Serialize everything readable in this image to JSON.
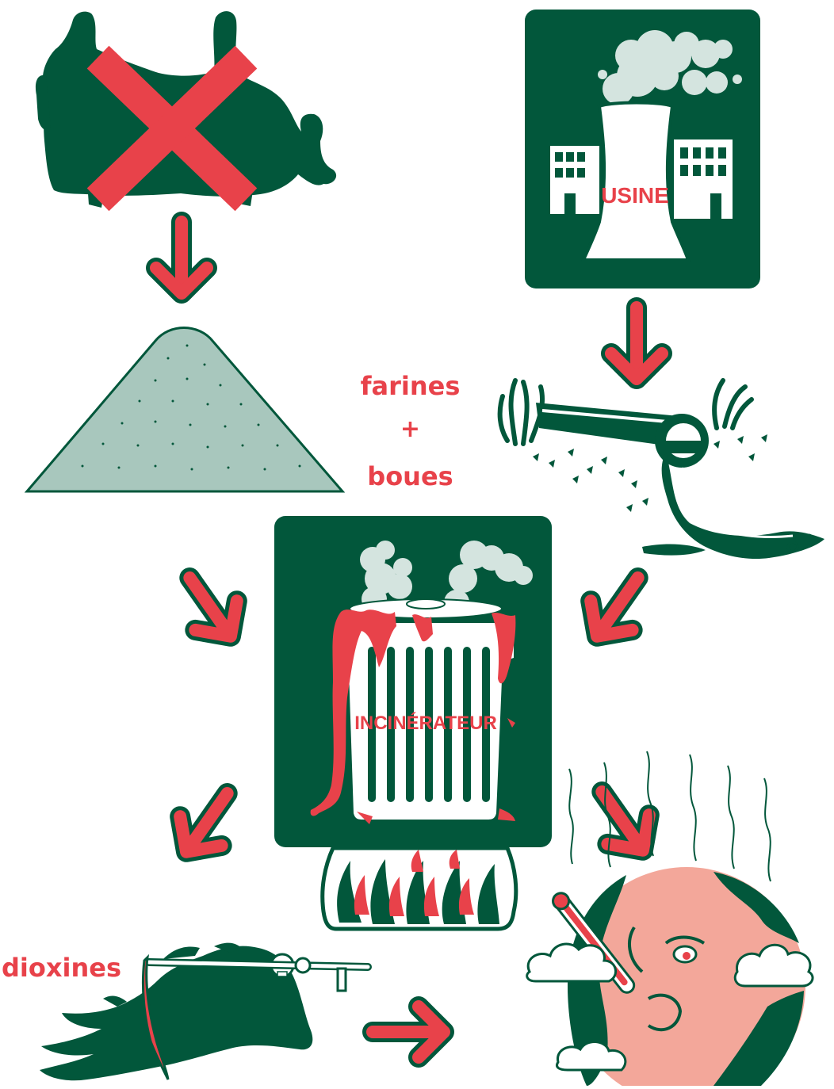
{
  "labels": {
    "farines": "farines",
    "plus": "+",
    "boues": "boues",
    "dioxines": "dioxines",
    "usine": "USINE",
    "incinerateur": "INCINÉRATEUR"
  },
  "colors": {
    "dark_green": "#02573b",
    "red": "#e8424a",
    "pale_green": "#a8c7bd",
    "smoke": "#d4e4df",
    "earth_skin": "#f3a79a"
  },
  "icons": [
    "crossed-cow-icon",
    "factory-icon",
    "flour-pile-icon",
    "sludge-pipe-icon",
    "incinerator-bin-icon",
    "fire-icon",
    "grim-reaper-icon",
    "sick-earth-icon"
  ]
}
